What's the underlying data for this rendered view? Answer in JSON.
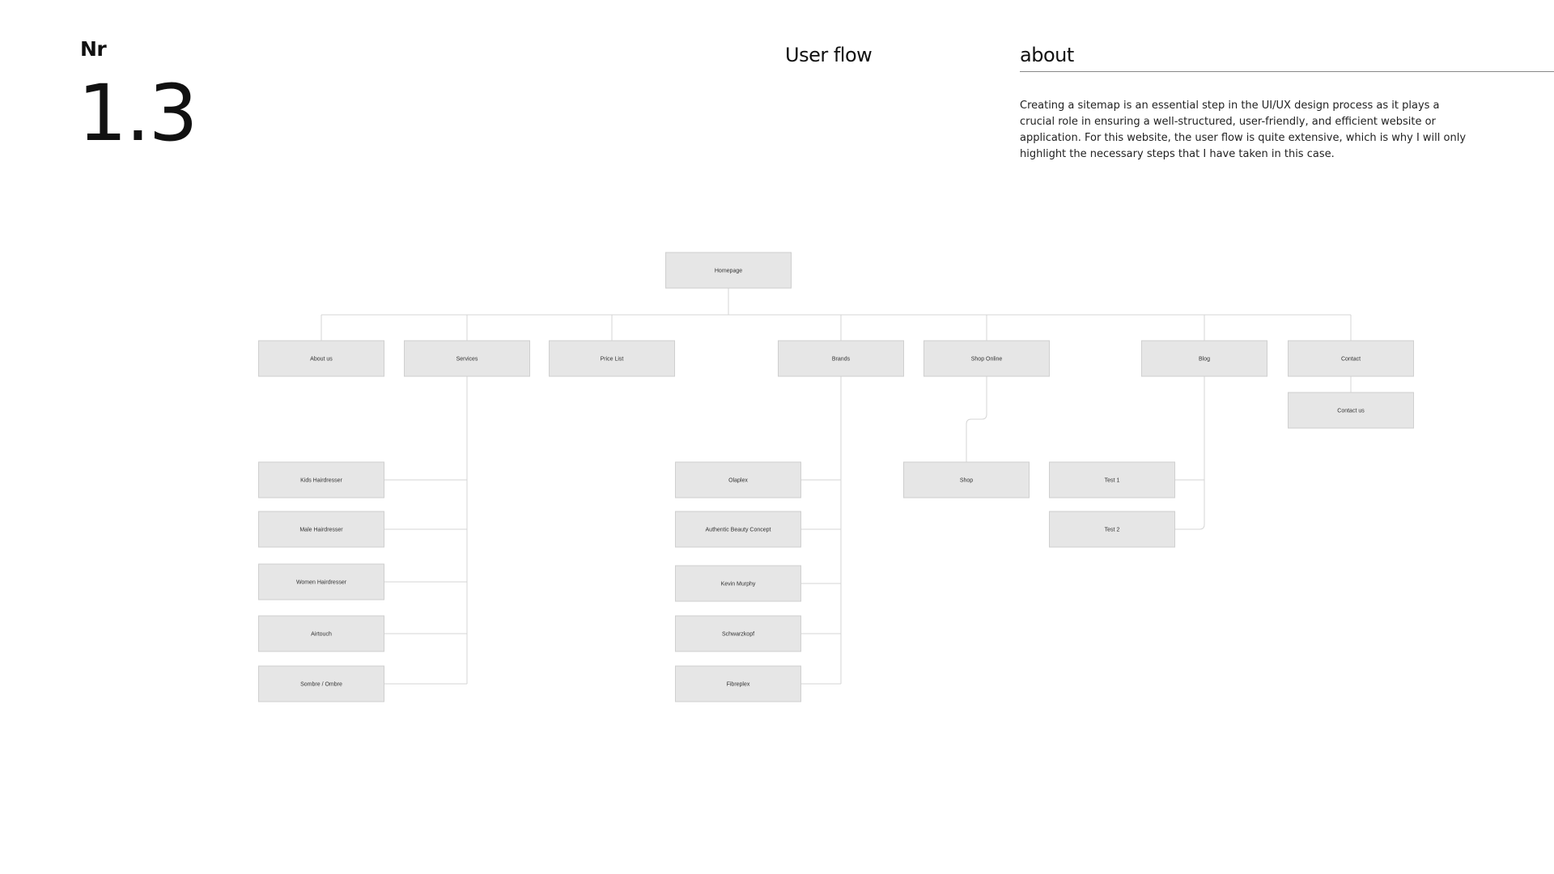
{
  "header": {
    "nr_label": "Nr",
    "nr_number": "1.3",
    "section_title": "User flow",
    "about_title": "about",
    "about_text": "Creating a sitemap is an essential step in the UI/UX design process as it plays a crucial role in ensuring a well-structured, user-friendly, and efficient website or application. For this website, the user flow is quite extensive, which is why I will only highlight the necessary steps that I have taken in this case."
  },
  "sitemap": {
    "root": "Homepage",
    "sections": [
      {
        "label": "About us",
        "children": []
      },
      {
        "label": "Services",
        "children": [
          "Kids Hairdresser",
          "Male Hairdresser",
          "Women Hairdresser",
          "Airtouch",
          "Sombre / Ombre"
        ]
      },
      {
        "label": "Price List",
        "children": []
      },
      {
        "label": "Brands",
        "children": [
          "Olaplex",
          "Authentic Beauty Concept",
          "Kevin Murphy",
          "Schwarzkopf",
          "Fibreplex"
        ]
      },
      {
        "label": "Shop Online",
        "children": [
          "Shop"
        ]
      },
      {
        "label": "Blog",
        "children": [
          "Test 1",
          "Test 2"
        ]
      },
      {
        "label": "Contact",
        "children": [
          "Contact us"
        ]
      }
    ]
  },
  "colors": {
    "node_fill": "#e6e6e6",
    "node_border": "#cfcfcf",
    "connector": "#d4d4d4",
    "text": "#111111"
  }
}
